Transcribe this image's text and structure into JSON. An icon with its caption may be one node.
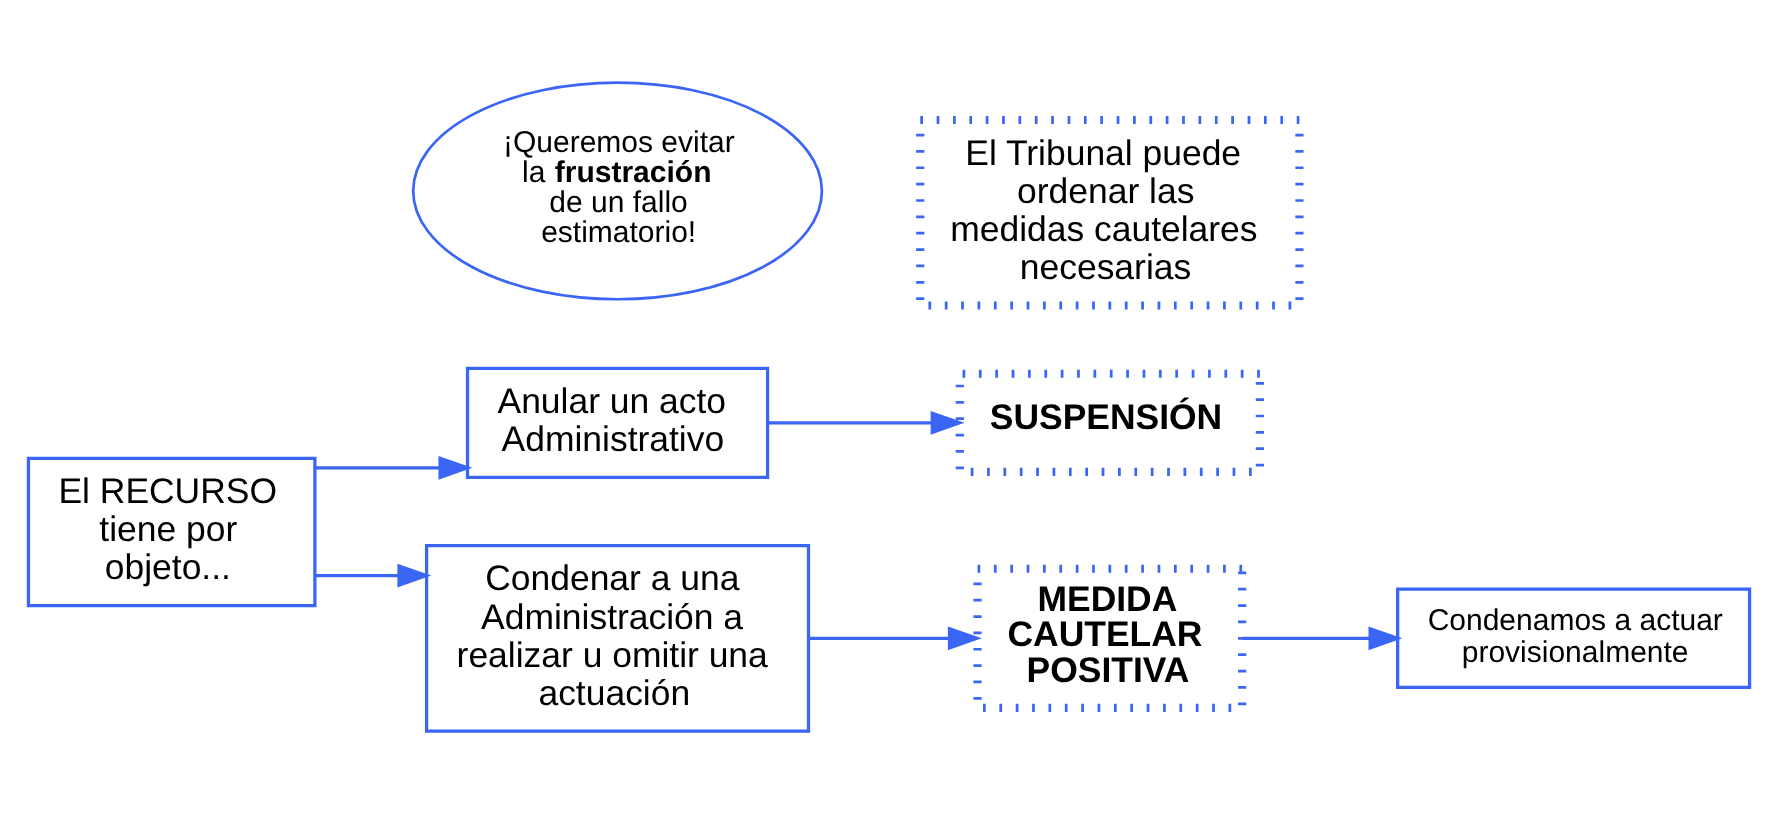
{
  "diagram": {
    "nodes": [
      {
        "text": [
          "El RECURSO tiene por objeto..."
        ]
      },
      {
        "text": [
          "Anular un acto Administrativo"
        ]
      },
      {
        "text": [
          "SUSPENSIÓN"
        ]
      },
      {
        "text": [
          "¡Queremos evitar la **frustración** de un fallo estimatorio!"
        ]
      },
      {
        "text": [
          "El Tribunal puede ordenar las medidas cautelares necesarias"
        ]
      },
      {
        "text": [
          "Condenar a una Administración a realizar u omitir una actuación"
        ]
      },
      {
        "text": [
          "MEDIDA CAUTELAR POSITIVA"
        ]
      },
      {
        "text": [
          "Condenamos a actuar provisionalmente"
        ]
      }
    ],
    "edges": [
      {
        "from": 0,
        "to": 1,
        "arrow": "to"
      },
      {
        "from": 0,
        "to": 5,
        "arrow": "to"
      },
      {
        "from": 1,
        "to": 2,
        "arrow": "to"
      },
      {
        "from": 5,
        "to": 6,
        "arrow": "to"
      },
      {
        "from": 6,
        "to": 7,
        "arrow": "to"
      }
    ]
  }
}
